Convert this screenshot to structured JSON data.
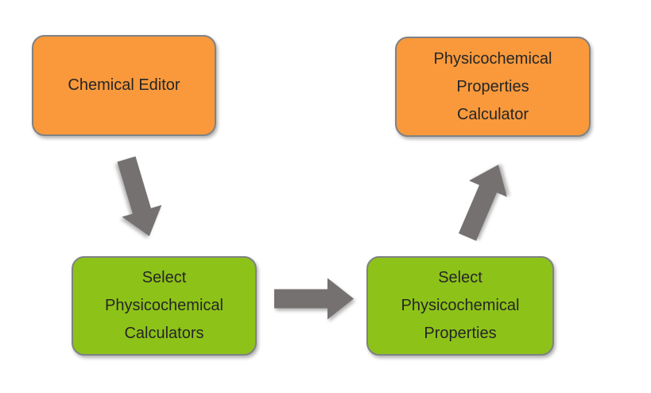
{
  "diagram": {
    "type": "flowchart",
    "background": "#FFFFFF",
    "nodes": [
      {
        "id": "chemical-editor",
        "lines": [
          "Chemical Editor"
        ],
        "fill": "#F9993B",
        "shape": "rounded-rectangle"
      },
      {
        "id": "physicochemical-properties-calculator",
        "lines": [
          "Physicochemical",
          "Properties",
          "Calculator"
        ],
        "fill": "#F9993B",
        "shape": "rounded-rectangle"
      },
      {
        "id": "select-physicochemical-calculators",
        "lines": [
          "Select",
          "Physicochemical",
          "Calculators"
        ],
        "fill": "#8DC318",
        "shape": "rounded-rectangle"
      },
      {
        "id": "select-physicochemical-properties",
        "lines": [
          "Select",
          "Physicochemical",
          "Properties"
        ],
        "fill": "#8DC318",
        "shape": "rounded-rectangle"
      }
    ],
    "arrows": [
      {
        "id": "editor-to-select-calculators",
        "from": "chemical-editor",
        "to": "select-physicochemical-calculators",
        "direction": "down-right"
      },
      {
        "id": "select-calculators-to-select-properties",
        "from": "select-physicochemical-calculators",
        "to": "select-physicochemical-properties",
        "direction": "right"
      },
      {
        "id": "select-properties-to-calculator",
        "from": "select-physicochemical-properties",
        "to": "physicochemical-properties-calculator",
        "direction": "up-right"
      }
    ],
    "colors": {
      "orange_node": "#F9993B",
      "green_node": "#8DC318",
      "node_border": "#7F8285",
      "arrow_gray": "#757170",
      "text": "#262626",
      "background": "#FFFFFF"
    }
  }
}
